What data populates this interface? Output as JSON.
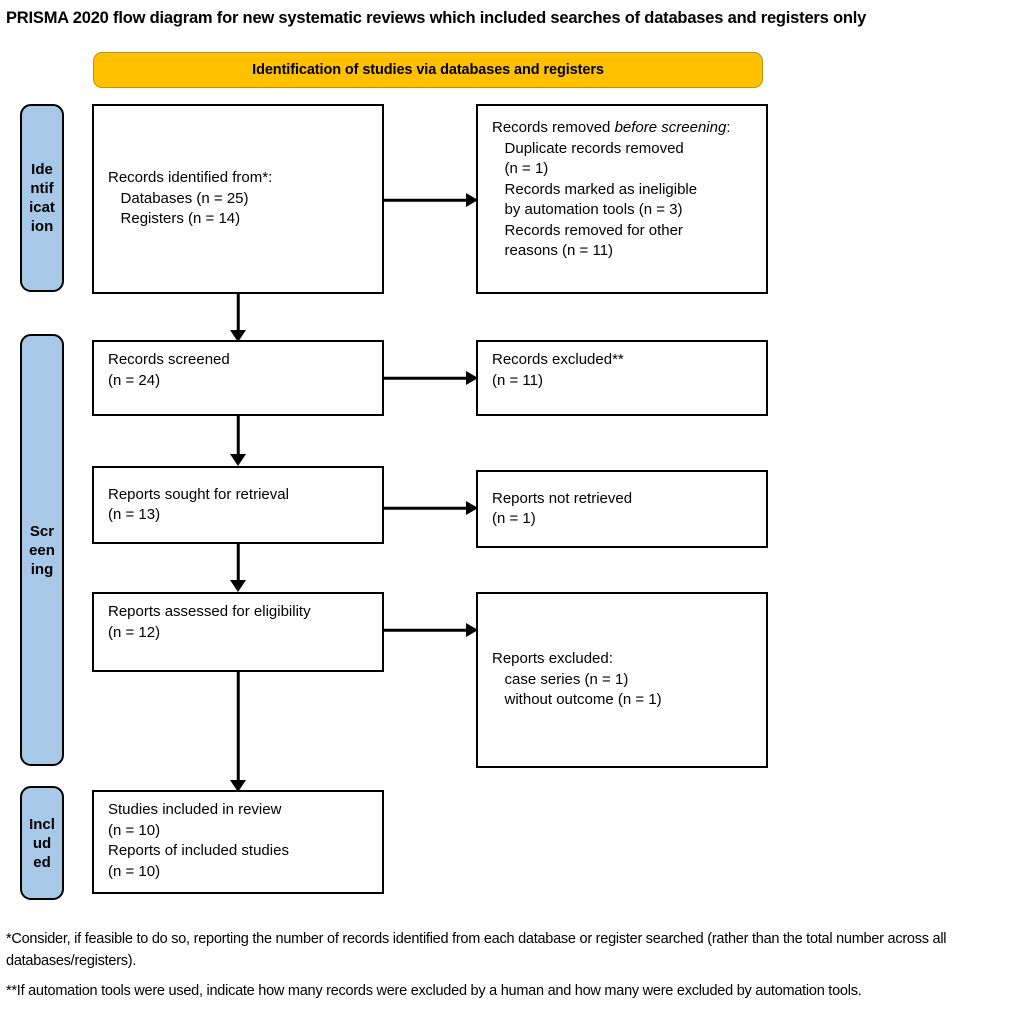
{
  "title": "PRISMA 2020 flow diagram for new systematic reviews which included searches of databases and registers only",
  "colors": {
    "header_fill": "#ffc000",
    "header_border": "#bf9000",
    "stage_fill": "#a8c8e8",
    "box_border": "#000000",
    "text": "#000000",
    "background": "#ffffff"
  },
  "section_headers": [
    {
      "id": "identification",
      "label": "Identification of studies via databases and registers"
    }
  ],
  "stages": [
    {
      "id": "identification",
      "label": "Identification"
    },
    {
      "id": "screening",
      "label": "Screening"
    },
    {
      "id": "included",
      "label": "Included"
    }
  ],
  "boxes": {
    "identified": {
      "name": "records-identified",
      "lines": [
        "Records identified from*:",
        "   Databases (n = 25)",
        "   Registers (n = 14)"
      ],
      "text": "Records identified from*:\n   Databases (n = 25)\n   Registers (n = 14)",
      "counts": {
        "databases": 25,
        "registers": 14
      }
    },
    "removed": {
      "name": "records-removed-before-screening",
      "lead_plain": "Records removed ",
      "lead_italic": "before screening",
      "lead_tail": ":",
      "rest": "\n   Duplicate records removed\n   (n = 1)\n   Records marked as ineligible\n   by automation tools (n = 3)\n   Records removed for other\n   reasons (n = 11)",
      "counts": {
        "duplicates": 1,
        "ineligible_automation": 3,
        "other_reasons": 11
      }
    },
    "screened": {
      "name": "records-screened",
      "text": "Records screened\n(n = 24)",
      "count": 24
    },
    "excluded": {
      "name": "records-excluded",
      "text": "Records excluded**\n(n = 11)",
      "count": 11
    },
    "sought": {
      "name": "reports-sought-for-retrieval",
      "text": "Reports sought for retrieval\n(n = 13)",
      "count": 13
    },
    "not_retrieved": {
      "name": "reports-not-retrieved",
      "text": "Reports not retrieved\n(n = 1)",
      "count": 1
    },
    "assessed": {
      "name": "reports-assessed-for-eligibility",
      "text": "Reports assessed for eligibility\n(n = 12)",
      "count": 12
    },
    "reports_excluded": {
      "name": "reports-excluded",
      "text": "Reports excluded:\n   case series (n = 1)\n   without outcome (n = 1)",
      "counts": {
        "case_series": 1,
        "without_outcome": 1
      }
    },
    "included": {
      "name": "studies-included-in-review",
      "text": "Studies included in review\n(n = 10)\nReports of included studies\n(n = 10)",
      "counts": {
        "studies": 10,
        "reports": 10
      }
    }
  },
  "footnotes": [
    "*Consider, if feasible to do so, reporting the number of records identified from each database or register searched (rather than the total number across all databases/registers).",
    "**If automation tools were used, indicate how many records were excluded by a human and how many were excluded by automation tools."
  ]
}
